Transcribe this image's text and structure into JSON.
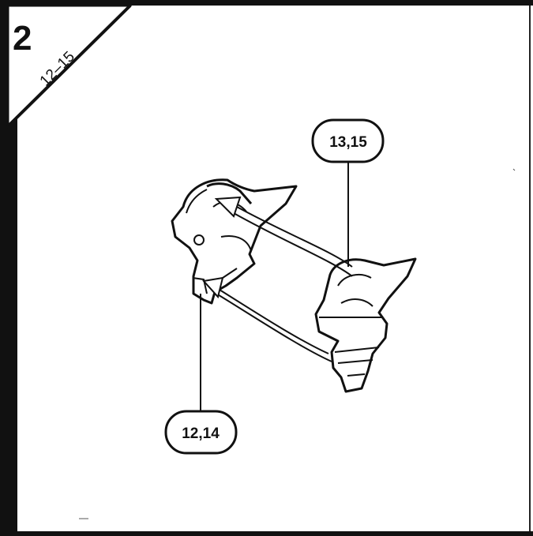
{
  "step": {
    "number": "2",
    "range": "12–15"
  },
  "callouts": [
    {
      "label": "13,15"
    },
    {
      "label": "12,14"
    }
  ]
}
